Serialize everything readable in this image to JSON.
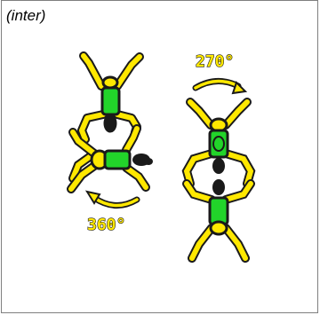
{
  "caption": "(inter)",
  "angles": {
    "left": "360°",
    "right": "270°"
  },
  "colors": {
    "limb": "#ffe800",
    "torso": "#22d42a",
    "outline": "#1a1a1a",
    "arrow": "#ffe800"
  },
  "figures": [
    {
      "id": "left-upper",
      "pose": "vertical-inverted",
      "legs": "spread-up"
    },
    {
      "id": "left-lower",
      "pose": "horizontal",
      "legs": "spread-left"
    },
    {
      "id": "right-upper",
      "pose": "vertical-inverted",
      "legs": "spread-up"
    },
    {
      "id": "right-lower",
      "pose": "vertical",
      "legs": "spread-down"
    }
  ]
}
